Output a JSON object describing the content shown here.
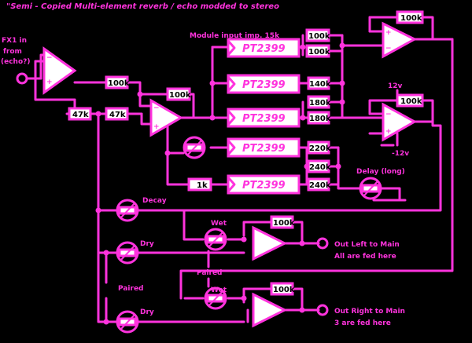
{
  "title": "\"Semi - Copied Multi-element reverb / echo modded to stereo",
  "labels": {
    "fx_in_1": "FX1 in",
    "fx_in_2": "from",
    "fx_in_3": "(echo?)",
    "module_input": "Module input imp. 15k",
    "decay": "Decay",
    "delay": "Delay (long)",
    "wet_left": "Wet",
    "dry_left": "Dry",
    "paired_top": "Paired",
    "paired_bottom": "Paired",
    "wet_right": "Wet",
    "dry_right": "Dry",
    "out_left_1": "Out Left to Main",
    "out_left_2": "All are fed here",
    "out_right_1": "Out Right to Main",
    "out_right_2": "3 are fed here",
    "plus12": "12v",
    "minus12": "-12v"
  },
  "resistors": {
    "r_in_100k": "100k",
    "r_47k_a": "47k",
    "r_47k_b": "47k",
    "r_fb_100k": "100k",
    "r_1k": "1k",
    "r_mix1": "100k",
    "r_mix2": "100k",
    "r_140k": "140k",
    "r_180k_a": "180k",
    "r_180k_b": "180k",
    "r_220k": "220k",
    "r_240k_a": "240k",
    "r_240k_b": "240k",
    "r_top_fb": "100k",
    "r_mid_fb": "100k",
    "r_outL_fb": "100k",
    "r_outR_fb": "100k"
  },
  "chips": [
    "PT2399",
    "PT2399",
    "PT2399",
    "PT2399",
    "PT2399"
  ],
  "colors": {
    "wire": "#ff33dd",
    "background": "#000000",
    "component_fill": "#ffffff"
  }
}
